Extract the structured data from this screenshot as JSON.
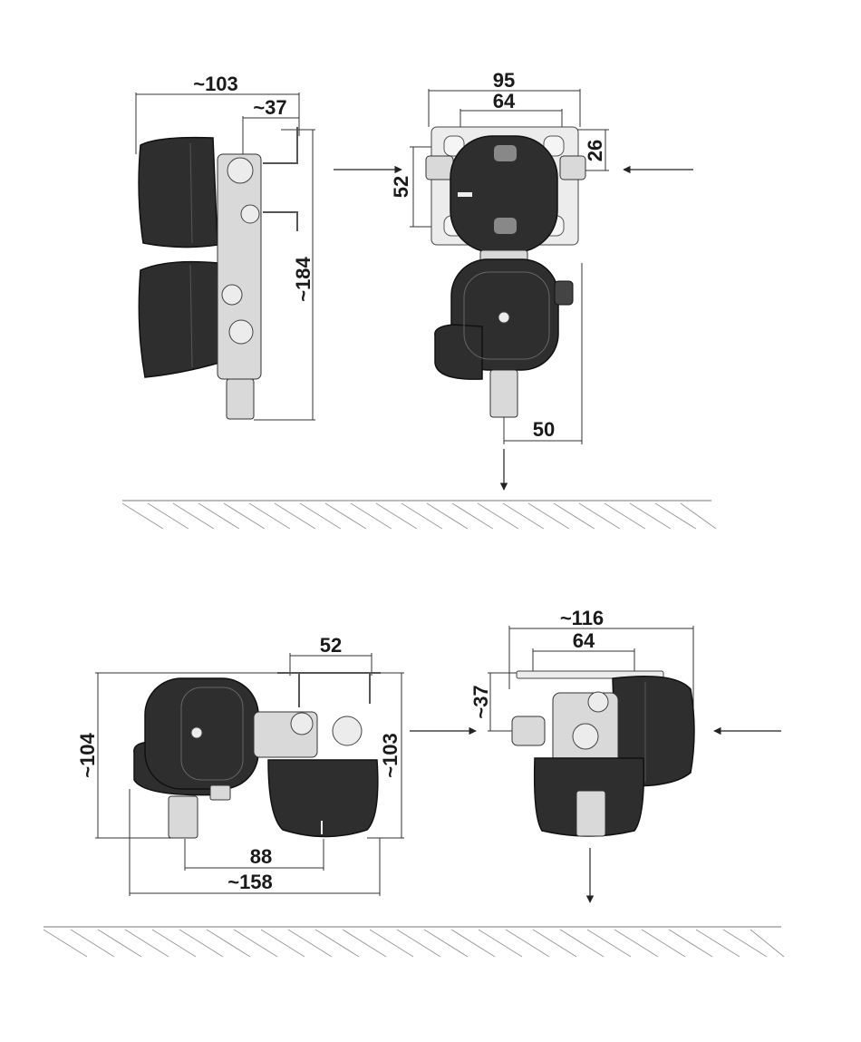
{
  "views": {
    "side_top": {
      "width": "~103",
      "offset": "~37",
      "height": "~184"
    },
    "front_top": {
      "width": "95",
      "hole_spacing": "64",
      "hole_offset": "26",
      "bracket_height": "52",
      "outlet_offset": "50"
    },
    "front_bottom": {
      "bracket_spacing": "52",
      "left_height": "~104",
      "right_height": "~103",
      "outlet_distance": "88",
      "total_width": "~158"
    },
    "side_bottom": {
      "width": "~116",
      "hole_spacing": "64",
      "height": "~37"
    }
  }
}
